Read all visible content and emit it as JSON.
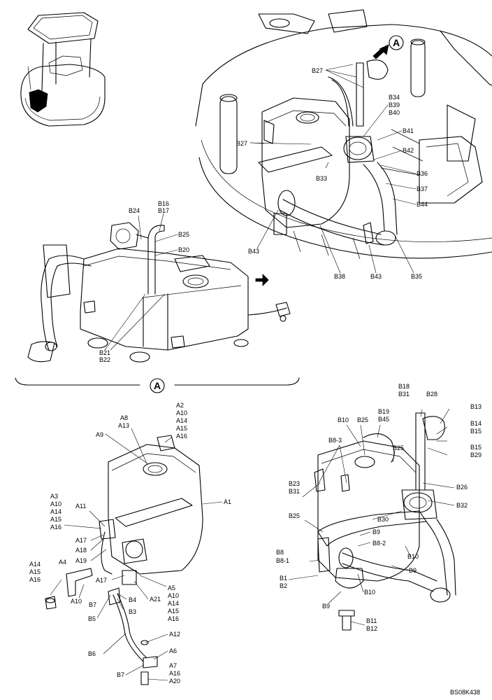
{
  "document": {
    "code": "BS08K438",
    "view_marker": "A"
  },
  "callouts": {
    "B27_top": "B27",
    "B34": "B34",
    "B39": "B39",
    "B40": "B40",
    "B41": "B41",
    "B42": "B42",
    "B36": "B36",
    "B37": "B37",
    "B44": "B44",
    "B27_mid": "B27",
    "B33": "B33",
    "B43_left": "B43",
    "B38": "B38",
    "B43_bottom": "B43",
    "B35": "B35",
    "B16": "B16",
    "B17": "B17",
    "B24": "B24",
    "B25_mid": "B25",
    "B20": "B20",
    "B21": "B21",
    "B22": "B22",
    "A2": "A2",
    "A10_1": "A10",
    "A14_1": "A14",
    "A15_1": "A15",
    "A16_1": "A16",
    "A8": "A8",
    "A13": "A13",
    "A9": "A9",
    "A1": "A1",
    "A3": "A3",
    "A10_2": "A10",
    "A14_2": "A14",
    "A15_2": "A15",
    "A16_2": "A16",
    "A11": "A11",
    "A17_1": "A17",
    "A18": "A18",
    "A19": "A19",
    "A14_3": "A14",
    "A15_3": "A15",
    "A16_3": "A16",
    "A4": "A4",
    "A10_3": "A10",
    "A17_2": "A17",
    "A5": "A5",
    "A10_4": "A10",
    "A14_4": "A14",
    "A15_4": "A15",
    "A16_4": "A16",
    "A21": "A21",
    "B4": "B4",
    "B7_1": "B7",
    "B5": "B5",
    "B3": "B3",
    "A12": "A12",
    "B6": "B6",
    "A6": "A6",
    "A7": "A7",
    "A16_5": "A16",
    "A20": "A20",
    "B7_2": "B7",
    "B18": "B18",
    "B31_1": "B31",
    "B28": "B28",
    "B13": "B13",
    "B19": "B19",
    "B45": "B45",
    "B10_1": "B10",
    "B25_1": "B25",
    "B14": "B14",
    "B15_1": "B15",
    "B15_2": "B15",
    "B29": "B29",
    "B8_3": "B8-3",
    "B25_2": "B25",
    "B23": "B23",
    "B31_2": "B31",
    "B26": "B26",
    "B32": "B32",
    "B25_3": "B25",
    "B30": "B30",
    "B9_1": "B9",
    "B8_2": "B8-2",
    "B8": "B8",
    "B8_1": "B8-1",
    "B10_2": "B10",
    "B9_2": "B9",
    "B1": "B1",
    "B2": "B2",
    "B10_3": "B10",
    "B9_3": "B9",
    "B11": "B11",
    "B12": "B12"
  }
}
